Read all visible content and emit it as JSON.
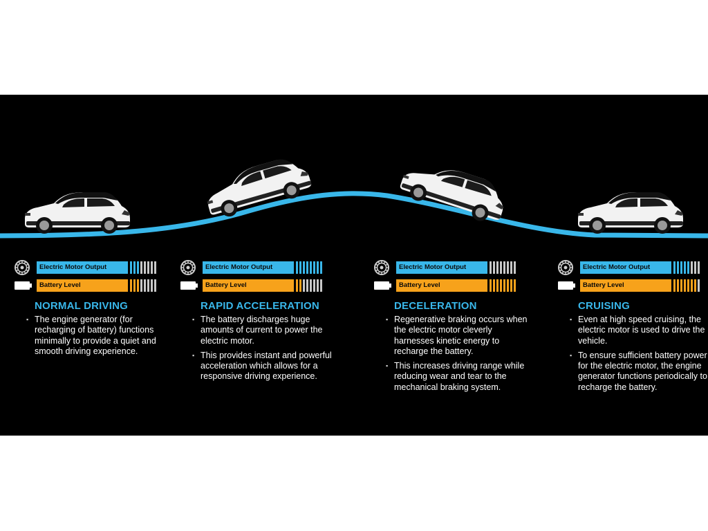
{
  "colors": {
    "background": "#000000",
    "road": "#39b7ea",
    "motor_bar": "#39b7ea",
    "battery_bar": "#f7a21b",
    "inactive_segment": "#c8c8c8",
    "title": "#39b7ea",
    "text": "#ffffff",
    "car_body": "#f2f2f2",
    "car_roof": "#111111"
  },
  "labels": {
    "motor": "Electric Motor Output",
    "battery": "Battery Level"
  },
  "icons": {
    "motor": "motor-gear-icon",
    "battery": "battery-icon",
    "bullet": "square-bullet-icon",
    "car": "suv-car-icon"
  },
  "segments_total": 8,
  "modes": [
    {
      "title": "NORMAL DRIVING",
      "motor_level": 3,
      "battery_level": 3,
      "bullets": [
        "The engine generator (for recharging of battery) functions minimally to provide a quiet and smooth driving experience."
      ]
    },
    {
      "title": "RAPID ACCELERATION",
      "motor_level": 8,
      "battery_level": 2,
      "bullets": [
        "The battery discharges huge amounts of current to power the electric motor.",
        "This provides instant and powerful acceleration which allows for a responsive driving experience."
      ]
    },
    {
      "title": "DECELERATION",
      "motor_level": 0,
      "battery_level": 8,
      "bullets": [
        "Regenerative braking occurs when the electric motor cleverly harnesses kinetic energy to recharge the battery.",
        "This increases driving range while reducing wear and tear to the mechanical braking system."
      ]
    },
    {
      "title": "CRUISING",
      "motor_level": 5,
      "battery_level": 7,
      "bullets": [
        "Even at high speed cruising, the electric motor is used to drive the vehicle.",
        "To ensure sufficient battery power for the electric motor, the engine generator functions periodically to recharge the battery."
      ]
    }
  ]
}
